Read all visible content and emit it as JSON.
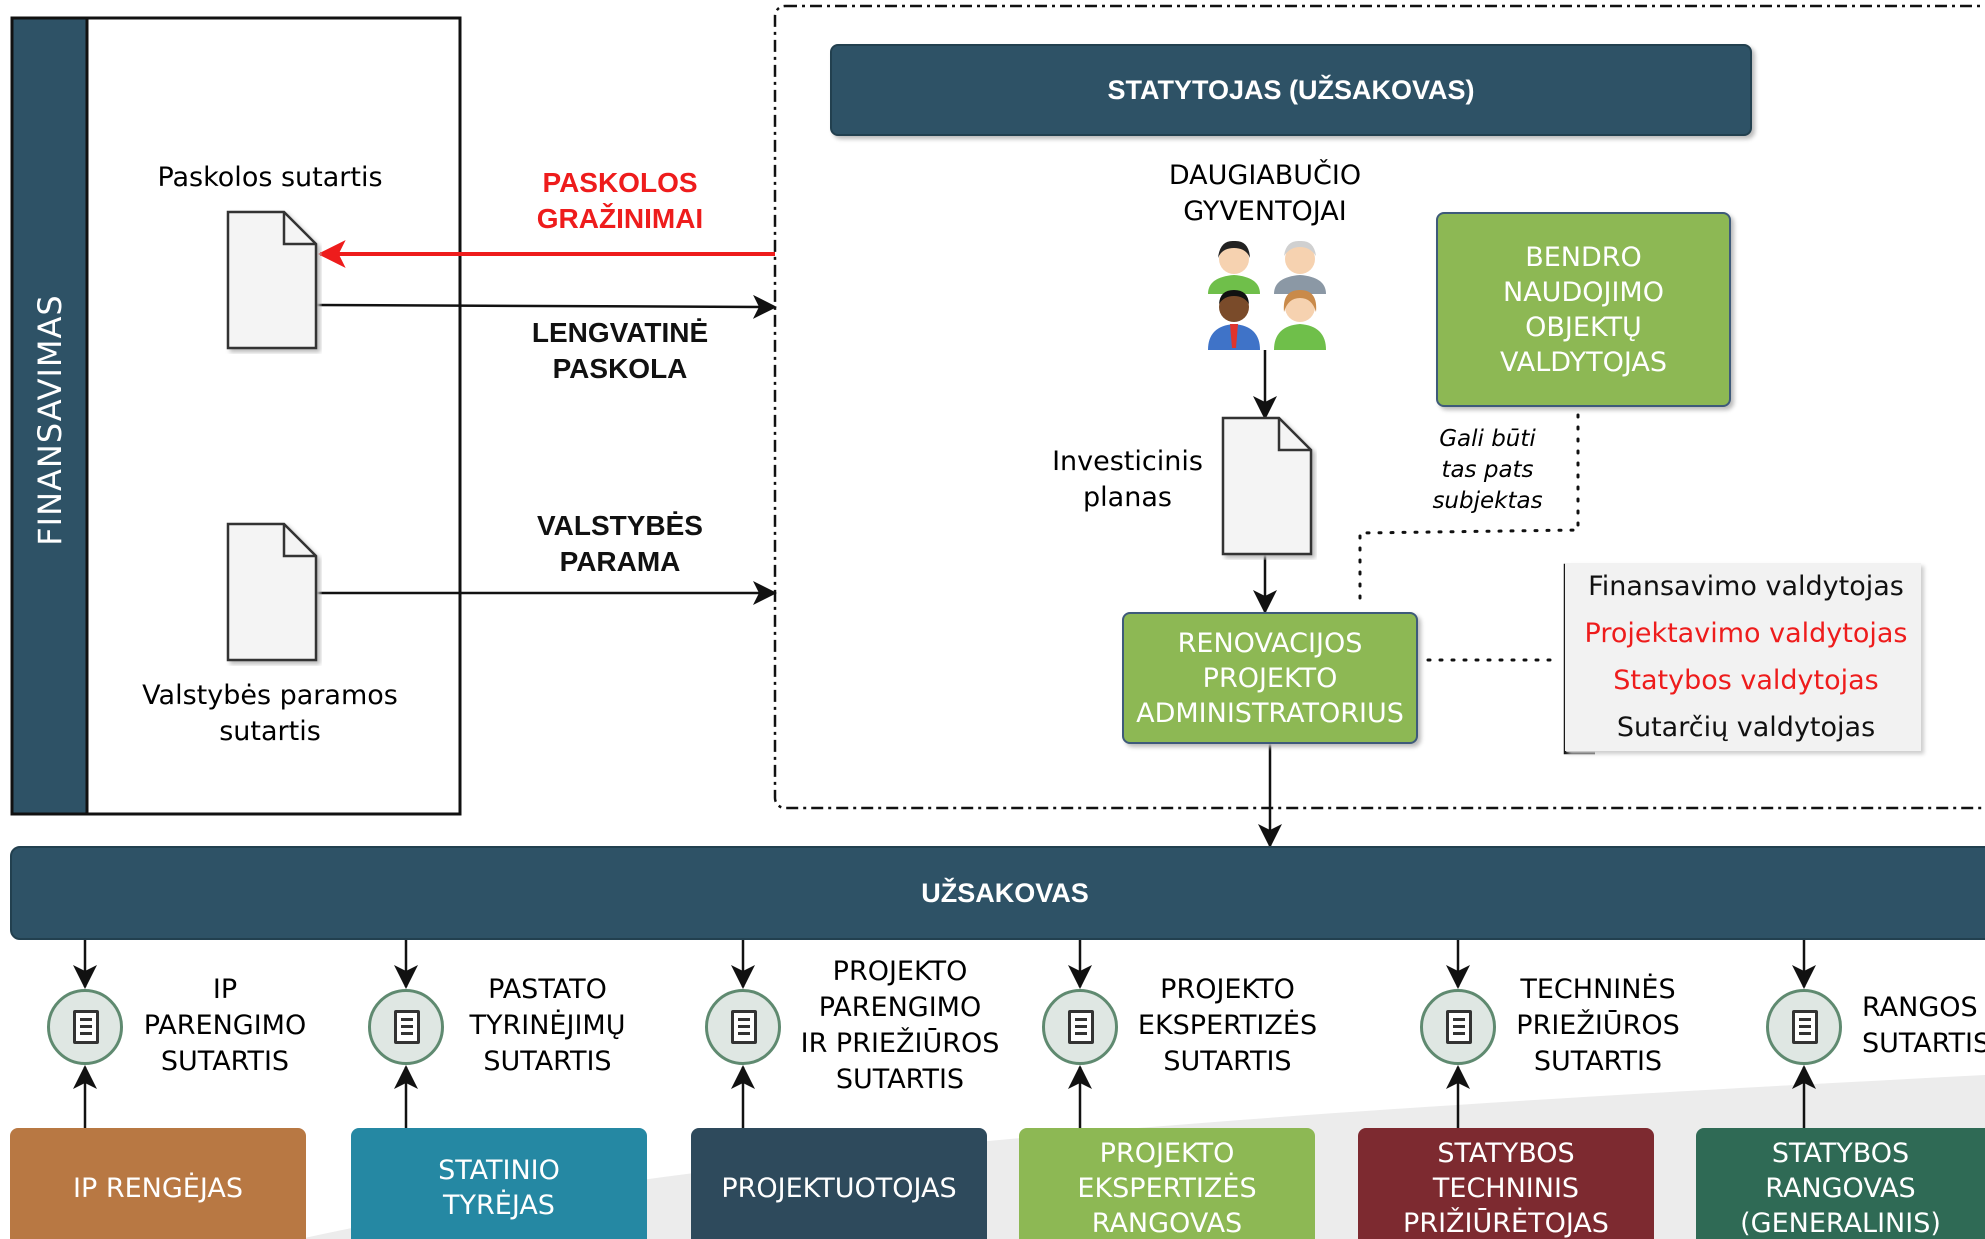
{
  "finance_panel": {
    "vertical_title": "FINANSAVIMAS"
  },
  "documents": {
    "loan_agreement": "Paskolos sutartis",
    "state_support_agreement_line1": "Valstybės paramos",
    "state_support_agreement_line2": "sutartis",
    "investment_plan_line1": "Investicinis",
    "investment_plan_line2": "planas"
  },
  "flows": {
    "loan_repayments_line1": "PASKOLOS",
    "loan_repayments_line2": "GRAŽINIMAI",
    "soft_loan_line1": "LENGVATINĖ",
    "soft_loan_line2": "PASKOLA",
    "state_support_line1": "VALSTYBĖS",
    "state_support_line2": "PARAMA"
  },
  "developer": {
    "title": "STATYTOJAS (UŽSAKOVAS)",
    "residents_line1": "DAUGIABUČIO",
    "residents_line2": "GYVENTOJAI",
    "common_manager_lines": [
      "BENDRO",
      "NAUDOJIMO",
      "OBJEKTŲ",
      "VALDYTOJAS"
    ],
    "same_entity_note": [
      "Gali būti",
      "tas pats",
      "subjektas"
    ],
    "project_admin_lines": [
      "RENOVACIJOS",
      "PROJEKTO",
      "ADMINISTRATORIUS"
    ],
    "roles": [
      {
        "label": "Finansavimo valdytojas",
        "color": "#111111"
      },
      {
        "label": "Projektavimo valdytojas",
        "color": "#ee1c1c"
      },
      {
        "label": "Statybos valdytojas",
        "color": "#ee1c1c"
      },
      {
        "label": "Sutarčių valdytojas",
        "color": "#111111"
      }
    ]
  },
  "client_bar": {
    "title": "UŽSAKOVAS"
  },
  "contracts": [
    {
      "lines": [
        "IP",
        "PARENGIMO",
        "SUTARTIS"
      ]
    },
    {
      "lines": [
        "PASTATO",
        "TYRINĖJIMŲ",
        "SUTARTIS"
      ]
    },
    {
      "lines": [
        "PROJEKTO",
        "PARENGIMO",
        "IR PRIEŽIŪROS",
        "SUTARTIS"
      ]
    },
    {
      "lines": [
        "PROJEKTO",
        "EKSPERTIZĖS",
        "SUTARTIS"
      ]
    },
    {
      "lines": [
        "TECHNINĖS",
        "PRIEŽIŪROS",
        "SUTARTIS"
      ]
    },
    {
      "lines": [
        "RANGOS",
        "SUTARTIS"
      ]
    }
  ],
  "parties": [
    {
      "lines": [
        "IP RENGĖJAS"
      ],
      "color": "#b87843"
    },
    {
      "lines": [
        "STATINIO",
        "TYRĖJAS"
      ],
      "color": "#2588a3"
    },
    {
      "lines": [
        "PROJEKTUOTOJAS"
      ],
      "color": "#2e4a5c"
    },
    {
      "lines": [
        "PROJEKTO",
        "EKSPERTIZĖS",
        "RANGOVAS"
      ],
      "color": "#8db854"
    },
    {
      "lines": [
        "STATYBOS",
        "TECHNINIS",
        "PRIŽIŪRĖTOJAS"
      ],
      "color": "#7d2a30"
    },
    {
      "lines": [
        "STATYBOS",
        "RANGOVAS",
        "(GENERALINIS)"
      ],
      "color": "#2f6a55"
    }
  ],
  "colors": {
    "navy": "#2e5266",
    "green": "#8db854",
    "red_arrow": "#ee1c1c"
  }
}
